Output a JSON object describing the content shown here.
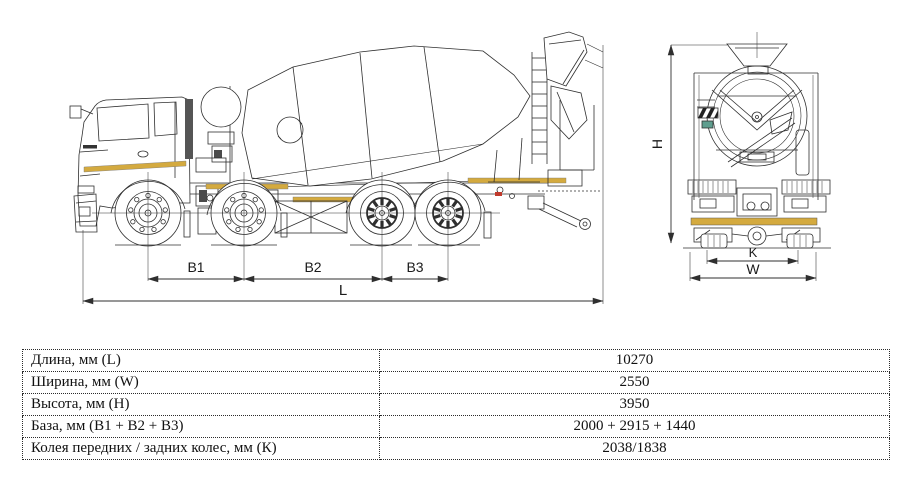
{
  "colors": {
    "accent": "#d4aa3f",
    "line": "#2f2f2f",
    "red_mark": "#c0392b",
    "teal_mark": "#5f9e8f"
  },
  "dims": {
    "b1": "B1",
    "b2": "B2",
    "b3": "B3",
    "l": "L",
    "h": "H",
    "k": "K",
    "w": "W"
  },
  "table": {
    "rows": [
      {
        "label": "Длина, мм (L)",
        "value": "10270"
      },
      {
        "label": "Ширина, мм (W)",
        "value": "2550"
      },
      {
        "label": "Высота, мм (H)",
        "value": "3950"
      },
      {
        "label": "База, мм (B1 + B2 + B3)",
        "value": "2000 + 2915 + 1440"
      },
      {
        "label": "Колея передних / задних колес, мм (К)",
        "value": "2038/1838"
      }
    ]
  }
}
